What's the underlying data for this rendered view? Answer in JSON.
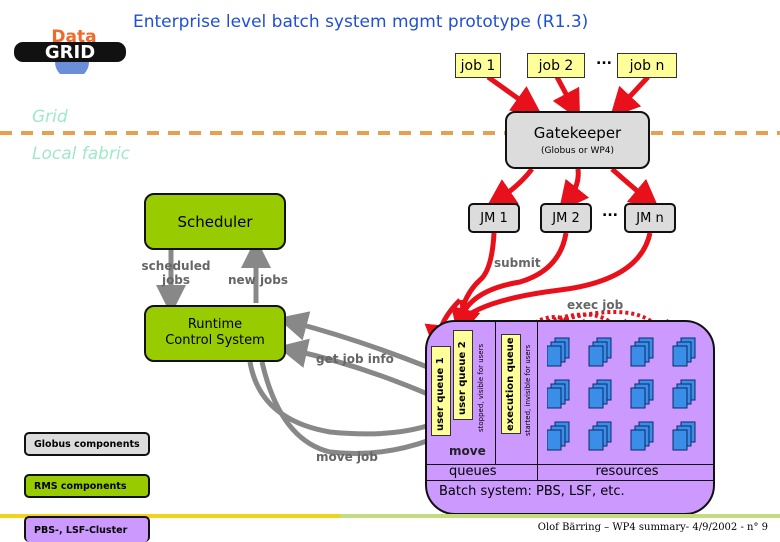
{
  "header": {
    "title": "Enterprise level batch system mgmt prototype (R1.3)",
    "logo": {
      "top": "Data",
      "bottom": "GRID"
    }
  },
  "regions": {
    "grid": "Grid",
    "local": "Local fabric"
  },
  "jobs": [
    {
      "label": "job 1"
    },
    {
      "label": "job 2"
    },
    {
      "label": "job n"
    }
  ],
  "ellipsis": "...",
  "gatekeeper": {
    "title": "Gatekeeper",
    "subtitle": "(Globus or WP4)"
  },
  "job_managers": [
    {
      "label": "JM 1"
    },
    {
      "label": "JM 2"
    },
    {
      "label": "JM n"
    }
  ],
  "scheduler": {
    "label": "Scheduler"
  },
  "runtime_control": {
    "label": "Runtime Control System"
  },
  "arrows": {
    "scheduled_jobs": "scheduled jobs",
    "new_jobs": "new jobs",
    "get_job_info": "get job info",
    "move_job": "move job",
    "submit": "submit",
    "exec_job": "exec job",
    "move": "move"
  },
  "batch_system": {
    "label": "Batch system: PBS, LSF, etc.",
    "queues_label": "queues",
    "resources_label": "resources",
    "user_queue_1": "user queue 1",
    "user_queue_2": "user queue 2",
    "execution_queue": "execution queue",
    "stopped_note": "stopped, visible for users",
    "started_note": "started, invisible for users",
    "resource_rows": 3,
    "resource_cols": 4
  },
  "legend": [
    {
      "label": "Globus components",
      "color": "#dcdcdc"
    },
    {
      "label": "RMS components",
      "color": "#99cc00"
    },
    {
      "label": "PBS-, LSF-Cluster",
      "color": "#cc99ff"
    }
  ],
  "footer": "Olof Bärring – WP4 summary- 4/9/2002 - n° 9",
  "colors": {
    "title": "#1f4fd8",
    "arrow_red": "#e8101a",
    "arrow_grey": "#888888",
    "divider": "#e8a050",
    "stripe_yellow": "#f3d21a",
    "stripe_green": "#c3dc80"
  }
}
